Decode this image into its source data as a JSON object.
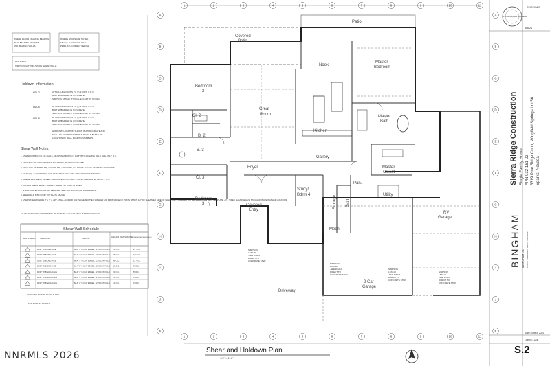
{
  "sheet": {
    "company": "Sierra Ridge Construction",
    "project_lines": [
      "Single Family Home",
      "APN 032-161-02",
      "3319 Pine Ridge Court, Wingfield Springs Lot 56",
      "Sparks, Nevada"
    ],
    "drawing_title": "Shear and Holdown Plan",
    "scale": "1/4\" = 1'-0\"",
    "sheet_number": "S.2",
    "watermark": "NNRMLS 2026",
    "date_label": "Date: June 5, 2024",
    "job_label": "Job no.: 1236",
    "firm": "BINGHAM",
    "firm_sub": "& BINGHAM LTD",
    "firm_addr": "1860 E. LAMPE RD., RENO, NV 89502",
    "revisions_label": "REVISIONS",
    "stamp_text": "PROFESSIONAL ENGINEER",
    "stamp_date": "6/6/24"
  },
  "notes": {
    "framing_note": [
      "WHERE FLOOR FRAMING BEARING",
      "WALL BEARING ON BEAM",
      "AND BEARING WALLS"
    ],
    "stud_note": [
      "WHERE STUDS ARE NOTED",
      "16\" O.C. EACH FACE WALL",
      "PER 1 STUD DIRECT BELOW"
    ],
    "sheathing_ref": [
      "SEE D/S0.2",
      "SIMPSON NETTING (WOOD SHEAR WALL)"
    ]
  },
  "holdown": {
    "title": "Holdown Information:",
    "items": [
      {
        "code": "HDU2",
        "text": [
          "ATTACH HOLDOWNS TO (2) STUDS, U.N.O.",
          "BOLT EMBEDDED IN CONCRETE",
          "SIMPSON SSTB16, TYPICAL EXCEPT AS NOTED"
        ]
      },
      {
        "code": "HDU5",
        "text": [
          "ATTACH HOLDOWNS TO (2) STUDS, U.N.O.",
          "BOLT EMBEDDED IN CONCRETE",
          "SIMPSON SSTB24, TYPICAL EXCEPT AS NOTED"
        ]
      },
      {
        "code": "HDU8",
        "text": [
          "ATTACH HOLDOWNS TO (3) STUDS, U.N.O.",
          "BOLT EMBEDDED IN CONCRETE",
          "SIMPSON SSTB28, TYPICAL EXCEPT AS NOTED"
        ]
      }
    ],
    "location_note": [
      "HOLDOWN LOCATION SHOWN IS APPROXIMATE AND",
      "SHALL BE COORDINATED IN THE FIELD BASED ON",
      "LOCATION OF WALL FRAMING MEMBERS."
    ]
  },
  "shear_notes": {
    "title": "Shear Wall Notes:",
    "items": [
      "1. USE 8d COMMON (0.131) NAILS, MIN. PENETRATION = 1 3/8\" INTO FRAMING FIELD NAIL AT 12\" O.C.",
      "2. USE 15/32\" OR 1/2\" APA-RATED SHEATHING, PLYWOOD OR OSB.",
      "3. EDGE NAIL AT TOP PLATE, SOLE PLATE, HOLDOWN, ALL POSTS AND ALL STUDS AT HOLDOWNS.",
      "4. (2) TO (4) - 2x STUDS IN PLACE OF 3x STUD FACE NAIL W/ 16d AT EDGE SPACING.",
      "5. WHERE HDU ARE ATTACHED TO DOUBLE STUDS NAIL STUDS TOGETHER W/ 16d AT 4\" O.C.",
      "6. DOUBLE SHEAR WALLS TO HAVE SHEAR PLY AT BOTH SIDES.",
      "7. STRAP PLATES ACROSS ALL BEAMS W/ SIMPSON MSTC28 (W/ 10d SINKERS).",
      "8. SEE W/S0.4, D/S0.3 FOR TOP PLATE SPLICE.",
      "9. USE PLATE WASHERS 3\" x 3\" x .229\" AT ALL ANCHOR BOLTS USE SLOTTED WASHER 1/2\" FROM EDGE OF PLATE WITHIN 1/2\" OF SHEATHED SIDE OF WALL. USE STANDARD CUT WASHER OVER SLOTTED PLATE. AT 2 SIDED SHEAR WALLS, STAGGER PLATE WASHER LOCATION.",
      "10. UNLESS NOTED OTHERWISE USE TYPICAL '1' SHEAR AT ALL EXTERIOR WALLS."
    ]
  },
  "schedule": {
    "title": "Shear Wall Schedule",
    "headers": [
      "WALL SYMBOL",
      "SHEATHING",
      "NAILING",
      "ANCHOR BOLT SPACING",
      "LTP4 SPACING (SEE 12/S0.4)"
    ],
    "rows": [
      [
        "1",
        "15/32\" OSB ONE FACE",
        "8d AT 6\" O.C. AT EDGES, 12\" O.C. IN FIELD",
        "72\" O.C.",
        "24\" O.C."
      ],
      [
        "2",
        "15/32\" OSB ONE FACE",
        "8d AT 4\" O.C. AT EDGES, 12\" O.C. IN FIELD",
        "48\" O.C.",
        "16\" O.C."
      ],
      [
        "3",
        "15/32\" OSB ONE FACE",
        "8d AT 3\" O.C. AT EDGES, 12\" O.C. IN FIELD",
        "48\" O.C.",
        "12\" O.C."
      ],
      [
        "4",
        "15/32\" OSB ONE FACE",
        "8d AT 2\" O.C. AT EDGES, 12\" O.C. IN FIELD",
        "32\" O.C.",
        "8\" O.C."
      ],
      [
        "5",
        "15/32\" OSB EACH FACE",
        "8d AT 4\" O.C. AT EDGES, 12\" O.C. IN FIELD",
        "24\" O.C.",
        "8\" O.C."
      ],
      [
        "6",
        "15/32\" OSB EACH FACE",
        "8d AT 3\" O.C. AT EDGES, 12\" O.C. IN FIELD",
        "16\" O.C.",
        "6\" O.C."
      ],
      [
        "7",
        "15/32\" OSB EACH FACE",
        "8d AT 2\" O.C. AT EDGES, 12\" O.C. IN FIELD",
        "12\" O.C.",
        "4\" O.C."
      ]
    ],
    "footnote1": "3x STUDS WHERE PANELS JOIN",
    "footnote2": "-SEE TYPICAL DETAILS"
  },
  "rooms": {
    "patio": "Patio",
    "covered_patio": [
      "Covered",
      "Patio"
    ],
    "nook": "Nook",
    "master_bedroom": [
      "Master",
      "Bedroom"
    ],
    "bedroom2": [
      "Bedroom",
      "2"
    ],
    "great_room": [
      "Great",
      "Room"
    ],
    "kitchen": "Kitchen",
    "master_bath": [
      "Master",
      "Bath"
    ],
    "cl2": "Cl. 2",
    "b2": "B. 2",
    "b3": "B. 3",
    "cl3": "Cl. 3",
    "gallery": "Gallery",
    "foyer": "Foyer",
    "master_closet": [
      "Master",
      "Closet"
    ],
    "pan": "Pan.",
    "study": [
      "Study/",
      "Bdrm 4"
    ],
    "utility": "Utility",
    "bedroom3": [
      "Bedroom",
      "3"
    ],
    "covered_entry": [
      "Covered",
      "Entry"
    ],
    "storage": "Storage",
    "bath": "Bath",
    "mech": "Mech.",
    "rv_garage": [
      "RV",
      "Garage"
    ],
    "two_car_garage": [
      "2 Car",
      "Garage"
    ],
    "driveway": "Driveway"
  },
  "callouts": {
    "simpson1": [
      "SIMPSON",
      "LSTA18",
      "-SEE D/S0.2",
      "DIRECT TO",
      "CONCRETE STEP"
    ],
    "simpson2": [
      "SIMPSON",
      "LSTA18",
      "-SEE D/S0.2",
      "DIRECT TO",
      "CONCRETE STEP"
    ],
    "simpson3": [
      "SIMPSON",
      "LSTA18",
      "-SEE D/S0.2",
      "DIRECT TO",
      "CONCRETE STEP"
    ],
    "simpson4": [
      "SIMPSON",
      "LSTA18",
      "-SEE D/S0.2",
      "DIRECT TO",
      "CONCRETE STEP"
    ]
  },
  "grid": {
    "left": [
      "A",
      "B",
      "C",
      "D",
      "E",
      "F",
      "G",
      "H",
      "I",
      "J",
      "K"
    ],
    "right": [
      "A",
      "B",
      "C",
      "D",
      "E",
      "F",
      "G",
      "H",
      "I",
      "J",
      "K"
    ],
    "top": [
      "1",
      "2",
      "3",
      "4",
      "5",
      "6",
      "7",
      "8",
      "9",
      "10",
      "11"
    ],
    "bottom": [
      "1",
      "2",
      "3",
      "4",
      "5",
      "6",
      "7",
      "8",
      "9",
      "10",
      "11"
    ]
  }
}
